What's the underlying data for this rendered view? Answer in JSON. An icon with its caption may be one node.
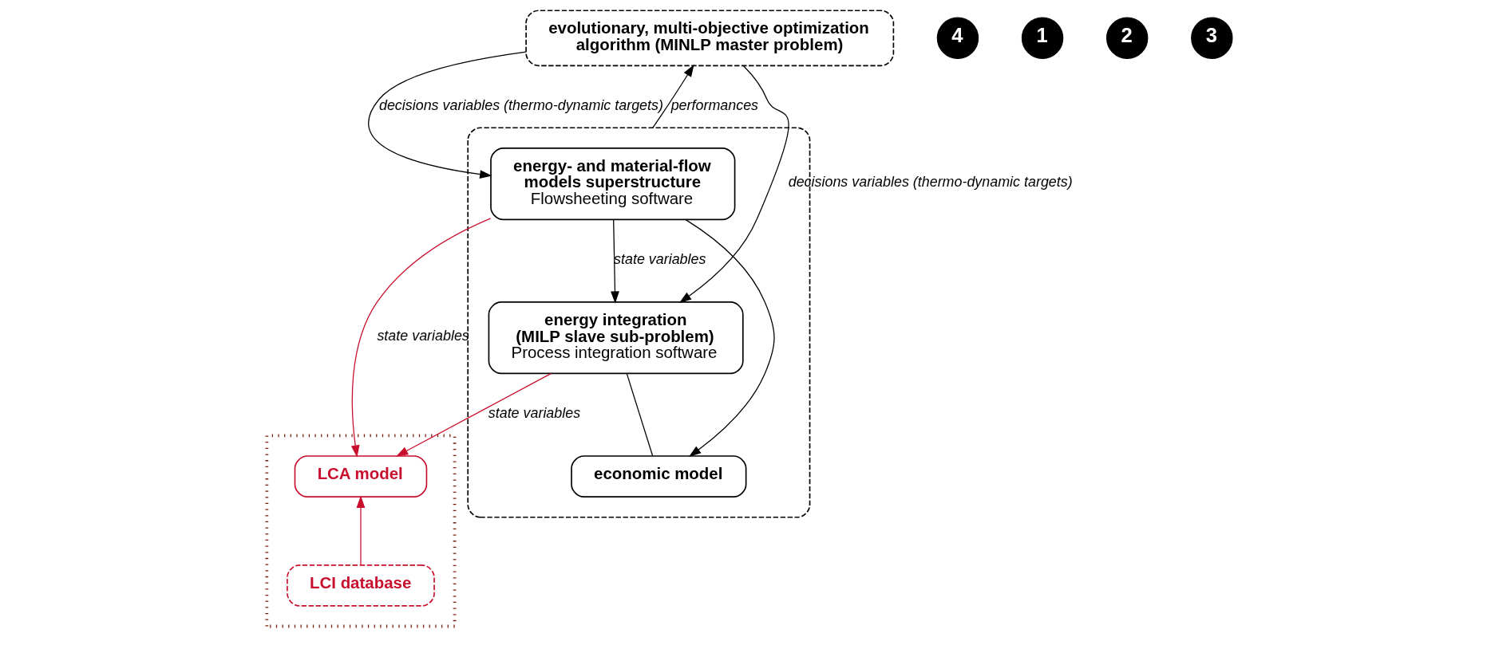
{
  "diagram": {
    "nodes": [
      {
        "text": [
          "evolutionary, multi-objective optimization algorithm (MINLP master problem)"
        ]
      },
      {
        "text": [
          "4"
        ]
      },
      {
        "text": [],
        "shape": "box"
      },
      {
        "text": [
          "energy- and material-flow models superstructure",
          "Flowsheeting software"
        ],
        "in": 2
      },
      {
        "text": [
          "1"
        ]
      },
      {
        "text": [
          "energy integration (MILP slave sub-problem)",
          "Process integration software"
        ],
        "in": 2
      },
      {
        "text": [
          "2"
        ]
      },
      {
        "text": [
          "economic model"
        ],
        "in": 2
      },
      {
        "text": [
          "3"
        ]
      },
      {
        "text": [],
        "shape": "box"
      },
      {
        "text": [
          "LCA model"
        ],
        "in": 9
      },
      {
        "text": [
          "LCI database"
        ],
        "in": 9
      }
    ],
    "edges": [
      {
        "from": 0,
        "to": 3,
        "arrow": "to",
        "label": "decisions variables (thermo-dynamic targets)"
      },
      {
        "from": 0,
        "to": 5,
        "arrow": "to",
        "label": "decisions variables (thermo-dynamic targets)"
      },
      {
        "from": 2,
        "to": 0,
        "arrow": "to",
        "label": "performances"
      },
      {
        "from": 3,
        "to": 5,
        "arrow": "to",
        "label": "state variables"
      },
      {
        "from": 3,
        "to": 7,
        "arrow": "to"
      },
      {
        "from": 5,
        "to": 7,
        "arrow": "none"
      },
      {
        "from": 3,
        "to": 10,
        "arrow": "to",
        "label": "state variables",
        "color": "#c8102e"
      },
      {
        "from": 5,
        "to": 10,
        "arrow": "to",
        "label": "state variables",
        "color": "#c8102e"
      },
      {
        "from": 11,
        "to": 10,
        "arrow": "to",
        "color": "#c8102e"
      }
    ]
  }
}
